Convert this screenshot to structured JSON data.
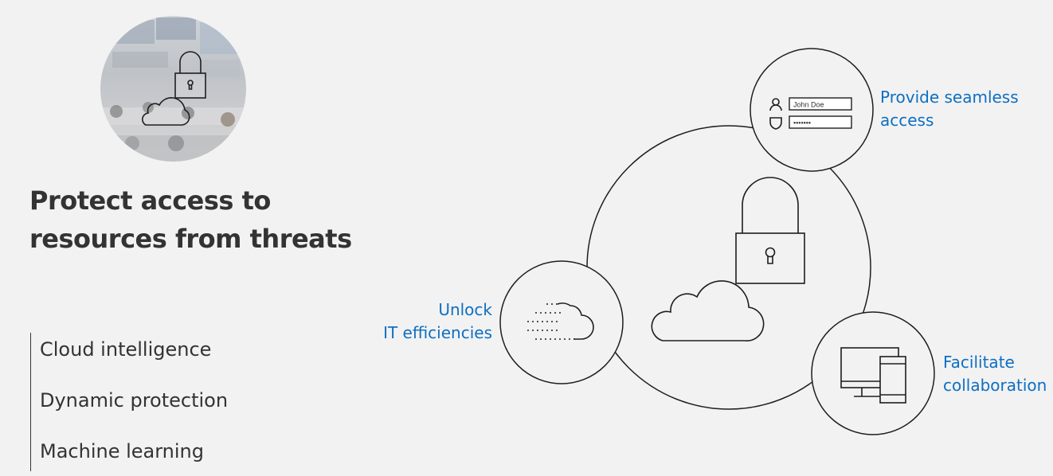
{
  "headline": {
    "line1": "Protect access to",
    "line2": "resources from threats"
  },
  "features": [
    {
      "label": "Cloud intelligence"
    },
    {
      "label": "Dynamic protection"
    },
    {
      "label": "Machine learning"
    }
  ],
  "benefits": {
    "seamless_access": {
      "line1": "Provide seamless",
      "line2": "access"
    },
    "it_efficiencies": {
      "line1": "Unlock",
      "line2": "IT efficiencies"
    },
    "collaboration": {
      "line1": "Facilitate",
      "line2": "collaboration"
    }
  },
  "login_form": {
    "username": "John Doe",
    "password": "•••••••"
  },
  "icons": [
    "padlock-icon",
    "cloud-icon",
    "user-icon",
    "shield-icon",
    "moving-cloud-icon",
    "desktop-monitor-icon",
    "smartphone-icon"
  ],
  "colors": {
    "accent_text": "#0e6fc2",
    "headline_text": "#333333",
    "background": "#f2f2f2"
  }
}
